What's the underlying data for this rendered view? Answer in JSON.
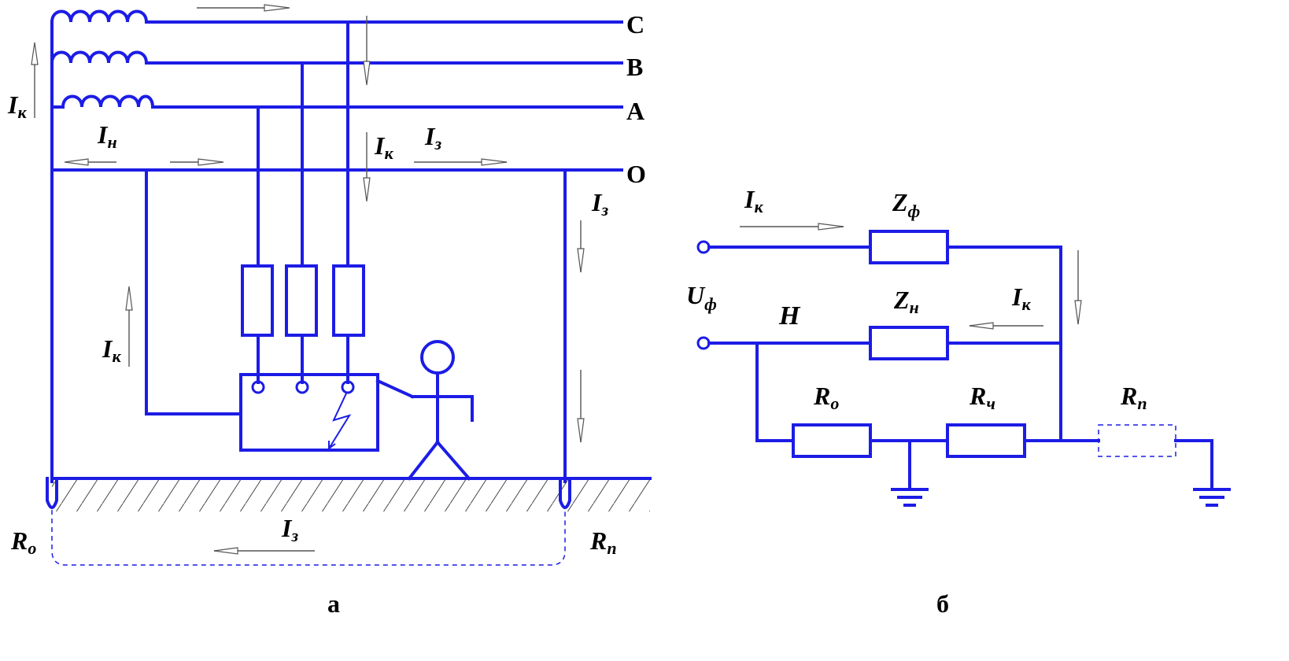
{
  "labels": {
    "phase_c": "C",
    "phase_b": "B",
    "phase_a": "A",
    "neutral_o": "O",
    "ik_source": "I",
    "ik_source_sub": "к",
    "in_neutral": "I",
    "in_neutral_sub": "н",
    "ik_mid": "I",
    "ik_mid_sub": "к",
    "iz_top": "I",
    "iz_top_sub": "з",
    "iz_right": "I",
    "iz_right_sub": "з",
    "ik_left": "I",
    "ik_left_sub": "к",
    "iz_ground": "I",
    "iz_ground_sub": "з",
    "ro_left": "R",
    "ro_left_sub": "о",
    "rp_right": "R",
    "rp_right_sub": "п",
    "caption_a": "а",
    "ik_b": "I",
    "ik_b_sub": "к",
    "zf_b": "Z",
    "zf_b_sub": "ф",
    "uf_b": "U",
    "uf_b_sub": "ф",
    "h_b": "H",
    "zn_b": "Z",
    "zn_b_sub": "н",
    "ik_b2": "I",
    "ik_b2_sub": "к",
    "ro_b": "R",
    "ro_b_sub": "о",
    "rch_b": "R",
    "rch_b_sub": "ч",
    "rp_b": "R",
    "rp_b_sub": "п",
    "caption_b": "б"
  },
  "colors": {
    "wire": "#1c1ce6",
    "arrow": "#555555",
    "text": "#000000"
  }
}
